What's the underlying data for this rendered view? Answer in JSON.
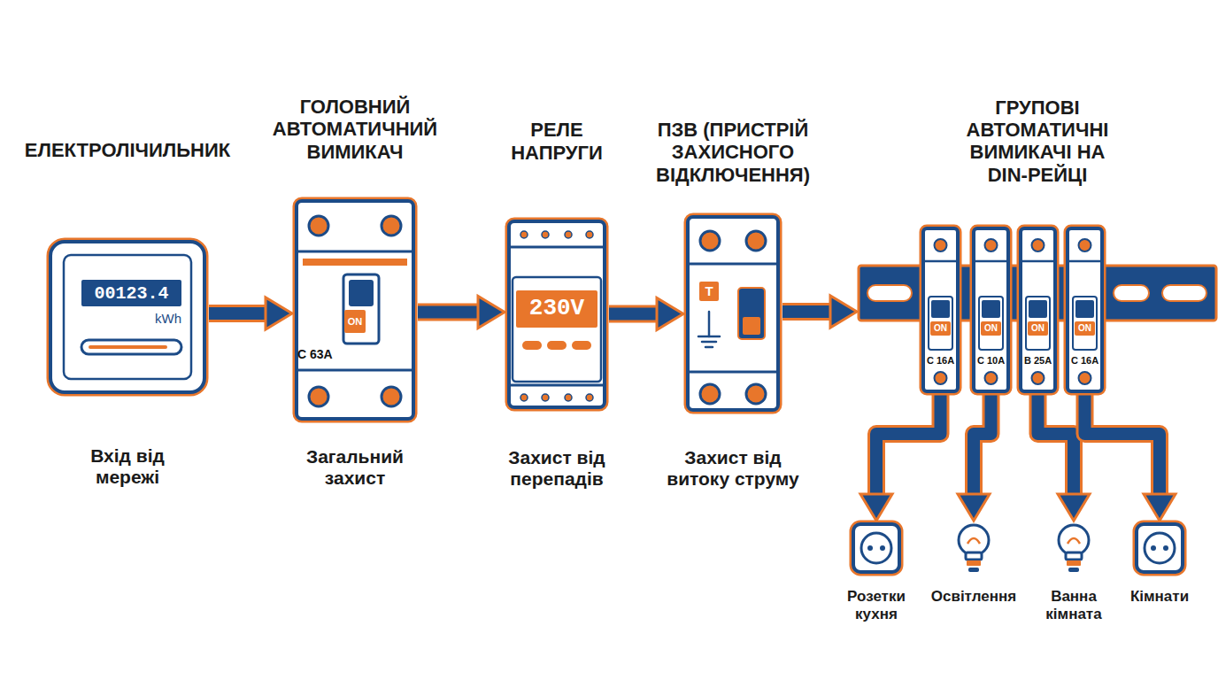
{
  "diagram": {
    "nodes": [
      {
        "text": [
          "ЕЛЕКТРОЛІЧИЛЬНИК",
          "00123.4",
          "kWh",
          "Вхід від мережі"
        ]
      },
      {
        "text": [
          "ГОЛОВНИЙ АВТОМАТИЧНИЙ ВИМИКАЧ",
          "ON",
          "C 63A",
          "Загальний захист"
        ]
      },
      {
        "text": [
          "РЕЛЕ НАПРУГИ",
          "230V",
          "Захист від перепадів"
        ]
      },
      {
        "text": [
          "ПЗВ (ПРИСТРІЙ ЗАХИСНОГО ВІДКЛЮЧЕННЯ)",
          "T",
          "Захист від витоку струму"
        ]
      },
      {
        "text": [
          "ГРУПОВІ АВТОМАТИЧНІ ВИМИКАЧІ НА DIN-РЕЙЦІ"
        ]
      },
      {
        "text": [
          "ON",
          "C 16A"
        ],
        "in": 4
      },
      {
        "text": [
          "ON",
          "C 10A"
        ],
        "in": 4
      },
      {
        "text": [
          "ON",
          "B 25A"
        ],
        "in": 4
      },
      {
        "text": [
          "ON",
          "C 16A"
        ],
        "in": 4
      },
      {
        "text": [
          "Розетки кухня"
        ]
      },
      {
        "text": [
          "Освітлення"
        ]
      },
      {
        "text": [
          "Ванна кімната"
        ]
      },
      {
        "text": [
          "Кімнати"
        ]
      }
    ],
    "edges": [
      {
        "from": 0,
        "to": 1,
        "arrow": "to"
      },
      {
        "from": 1,
        "to": 2,
        "arrow": "to"
      },
      {
        "from": 2,
        "to": 3,
        "arrow": "to"
      },
      {
        "from": 3,
        "to": 4,
        "arrow": "to"
      },
      {
        "from": 5,
        "to": 9,
        "arrow": "to"
      },
      {
        "from": 6,
        "to": 10,
        "arrow": "to"
      },
      {
        "from": 7,
        "to": 11,
        "arrow": "to"
      },
      {
        "from": 8,
        "to": 12,
        "arrow": "to"
      }
    ]
  }
}
